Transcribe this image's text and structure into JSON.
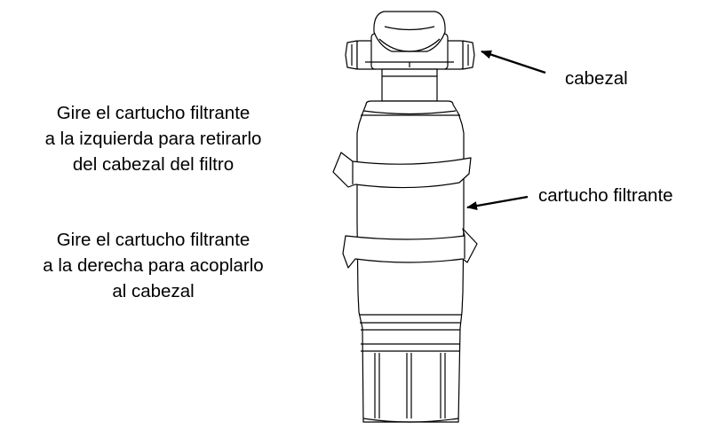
{
  "instructions": {
    "remove": {
      "lines": [
        "Gire el cartucho filtrante",
        "a la izquierda para retirarlo",
        "del cabezal del filtro"
      ]
    },
    "attach": {
      "lines": [
        "Gire el cartucho filtrante",
        "a la derecha para acoplarlo",
        "al cabezal"
      ]
    }
  },
  "labels": {
    "head": "cabezal",
    "cartridge": "cartucho filtrante"
  },
  "colors": {
    "stroke": "#000000",
    "fill": "#ffffff",
    "text": "#000000"
  }
}
